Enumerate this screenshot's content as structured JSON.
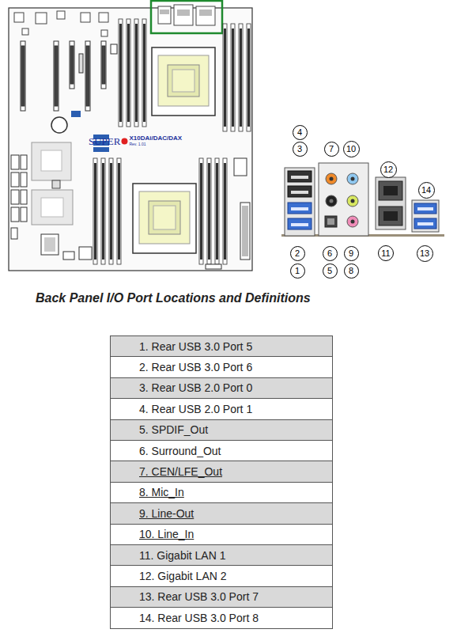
{
  "diagram": {
    "title": "Back Panel I/O Port Locations and Definitions",
    "nodes": [
      {
        "text": [
          "4"
        ]
      },
      {
        "text": [
          "3"
        ]
      },
      {
        "text": [
          "7"
        ]
      },
      {
        "text": [
          "10"
        ]
      },
      {
        "text": [
          "12"
        ]
      },
      {
        "text": [
          "14"
        ]
      },
      {
        "text": [
          "2"
        ]
      },
      {
        "text": [
          "6"
        ]
      },
      {
        "text": [
          "9"
        ]
      },
      {
        "text": [
          "11"
        ]
      },
      {
        "text": [
          "13"
        ]
      },
      {
        "text": [
          "1"
        ]
      },
      {
        "text": [
          "5"
        ]
      },
      {
        "text": [
          "8"
        ]
      }
    ],
    "labels": [
      "SUPER",
      "X10DAi/DAC/DAX",
      "Rev. 1.01",
      "1.  Rear USB 3.0 Port 5",
      "2.  Rear USB 3.0 Port 6",
      "3.  Rear USB 2.0 Port 0",
      "4.  Rear USB 2.0 Port 1",
      "5.  SPDIF_Out",
      "6.  Surround_Out",
      "7.  CEN/LFE_Out",
      "8.  Mic_In",
      "9.  Line-Out",
      "10. Line_In",
      "11. Gigabit LAN 1",
      "12. Gigabit LAN 2",
      "13. Rear USB 3.0 Port 7",
      "14. Rear USB 3.0 Port 8"
    ]
  }
}
